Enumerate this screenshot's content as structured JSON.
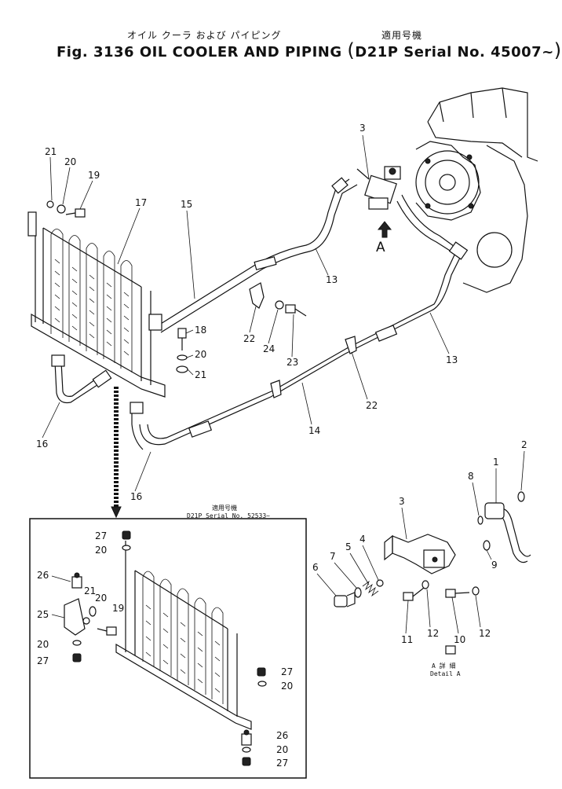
{
  "header": {
    "jp_title": "オイル クーラ および パイピング",
    "jp_applicable": "適用号機",
    "fig_label": "Fig. 3136",
    "title": "OIL COOLER AND PIPING",
    "model": "D21P",
    "serial": "Serial No. 45007~"
  },
  "inset": {
    "jp_applicable": "適用号機",
    "model_serial": "D21P  Serial No. 52533~"
  },
  "detail": {
    "jp_label": "A 詳 細",
    "label": "Detail A"
  },
  "view_arrow_label": "A",
  "callouts": {
    "main": [
      "21",
      "20",
      "19",
      "17",
      "15",
      "3",
      "13",
      "18",
      "20",
      "21",
      "22",
      "24",
      "23",
      "13",
      "16",
      "22",
      "14",
      "16"
    ],
    "detail": [
      "1",
      "2",
      "8",
      "3",
      "9",
      "4",
      "5",
      "7",
      "6",
      "11",
      "12",
      "10",
      "12"
    ],
    "inset": [
      "27",
      "20",
      "26",
      "21",
      "20",
      "19",
      "25",
      "20",
      "27",
      "27",
      "20",
      "26",
      "20",
      "27"
    ]
  }
}
